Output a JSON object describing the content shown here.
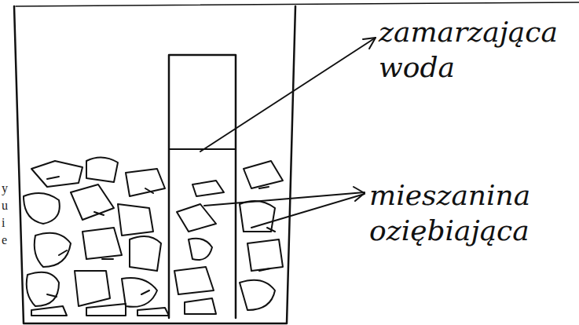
{
  "diagram": {
    "labels": [
      "zamarzająca woda",
      "mieszanina oziębiająca",
      "y",
      "u",
      "i",
      "e"
    ]
  }
}
